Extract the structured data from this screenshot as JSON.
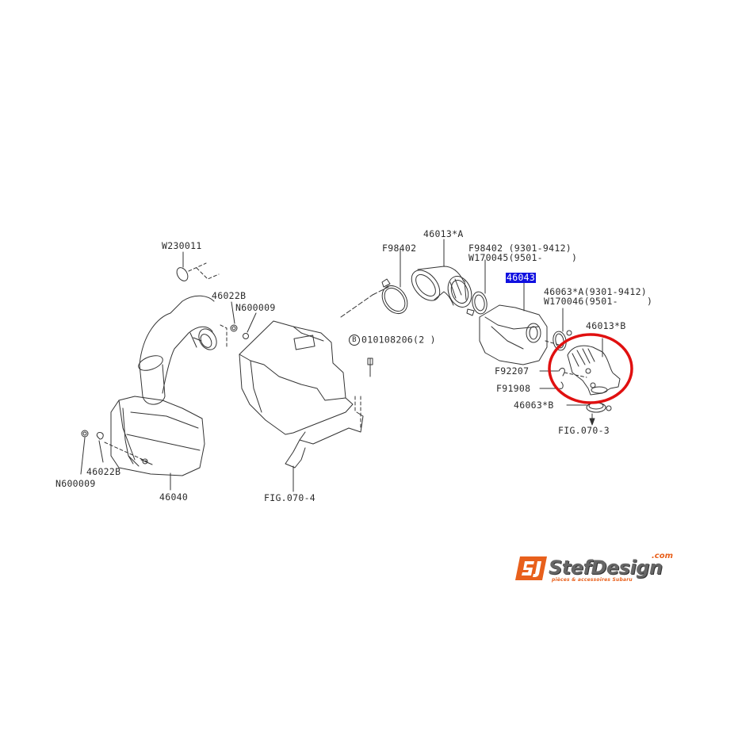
{
  "diagram": {
    "title": "Subaru air intake parts diagram",
    "highlighted_part": "46043",
    "highlight_color": "#1010e0",
    "circle_color": "#e01010"
  },
  "labels": {
    "w230011": "W230011",
    "p46022b_top": "46022B",
    "n600009_top": "N600009",
    "p46022b_bottom": "46022B",
    "n600009_bottom": "N600009",
    "p46040": "46040",
    "fig070_4": "FIG.070-4",
    "bolt_circle": "B",
    "bolt_part": "010108206(2 )",
    "f98402": "F98402",
    "p46013a": "46013*A",
    "f98402_range_line1": "F98402 (9301-9412)",
    "f98402_range_line2": "W170045(9501-     )",
    "p46043": "46043",
    "p46063a_line1": "46063*A(9301-9412)",
    "p46063a_line2": "W170046(9501-     )",
    "p46013b": "46013*B",
    "f92207": "F92207",
    "f91908": "F91908",
    "p46063b": "46063*B",
    "fig070_3": "FIG.070-3"
  },
  "logo": {
    "badge": "SJ",
    "name": "StefDesign",
    "domain": ".com",
    "tagline": "pièces & accessoires Subaru",
    "brand_orange": "#e8601c",
    "brand_gray": "#666666"
  }
}
